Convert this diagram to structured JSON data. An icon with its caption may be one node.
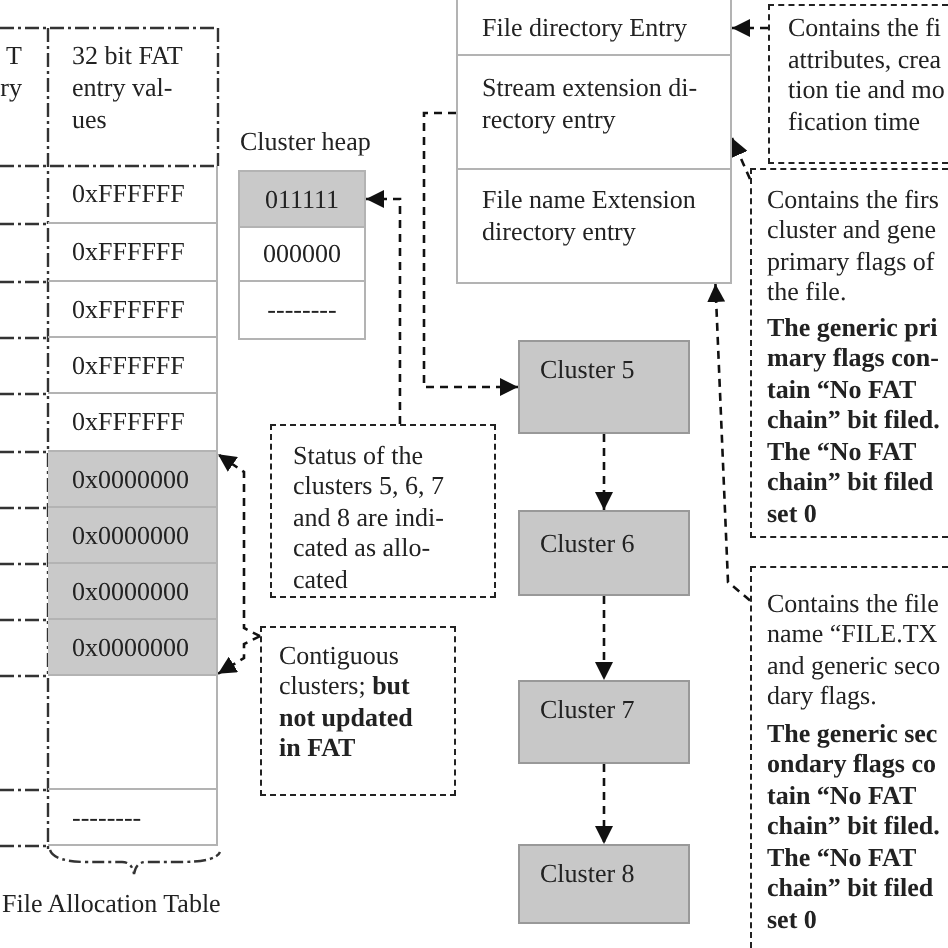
{
  "diagram": {
    "nodes": [
      {
        "text": [
          "T ry"
        ]
      },
      {
        "text": [
          "32 bit FAT entry val- ues"
        ]
      },
      {
        "text": [
          "0xFFFFFF"
        ]
      },
      {
        "text": [
          "0xFFFFFF"
        ]
      },
      {
        "text": [
          "0xFFFFFF"
        ]
      },
      {
        "text": [
          "0xFFFFFF"
        ]
      },
      {
        "text": [
          "0xFFFFFF"
        ]
      },
      {
        "text": [
          "0x0000000"
        ]
      },
      {
        "text": [
          "0x0000000"
        ]
      },
      {
        "text": [
          "0x0000000"
        ]
      },
      {
        "text": [
          "0x0000000"
        ]
      },
      {
        "text": [],
        "shape": "box"
      },
      {
        "text": [
          "--------"
        ]
      },
      {
        "text": [
          "File directory Entry"
        ]
      },
      {
        "text": [
          "Stream extension di- rectory entry"
        ]
      },
      {
        "text": [
          "File name Extension directory entry"
        ]
      },
      {
        "text": [
          "Contains the fi attributes, crea tion tie and mo fication time"
        ]
      },
      {
        "text": [
          "011111"
        ]
      },
      {
        "text": [
          "000000"
        ]
      },
      {
        "text": [
          "--------"
        ]
      },
      {
        "text": [
          "Contains the firs cluster and gene primary flags of the file.",
          "The generic pri mary flags con- tain “No FAT chain” bit filed. The “No FAT chain” bit filed set 0"
        ]
      },
      {
        "text": [
          "Cluster 5"
        ]
      },
      {
        "text": [
          "Status of the clusters 5, 6, 7 and 8 are indi- cated as allo- cated"
        ]
      },
      {
        "text": [
          "Cluster 6"
        ]
      },
      {
        "text": [
          "Contains the file name “FILE.TX and generic seco dary flags.",
          "The generic sec ondary flags co tain “No FAT chain” bit filed. The “No FAT chain” bit filed set 0"
        ]
      },
      {
        "text": [
          "Contiguous clusters; **but not updated in FAT**"
        ]
      },
      {
        "text": [
          "Cluster 7"
        ]
      },
      {
        "text": [
          "Cluster 8"
        ]
      }
    ],
    "edges": [
      {
        "from": 16,
        "to": 13,
        "arrow": "to"
      },
      {
        "from": 20,
        "to": 14,
        "arrow": "to"
      },
      {
        "from": 24,
        "to": 15,
        "arrow": "to"
      },
      {
        "from": 14,
        "to": 21,
        "arrow": "to"
      },
      {
        "from": 22,
        "to": 17,
        "arrow": "to"
      },
      {
        "from": 21,
        "to": 23,
        "arrow": "to"
      },
      {
        "from": 23,
        "to": 26,
        "arrow": "to"
      },
      {
        "from": 26,
        "to": 27,
        "arrow": "to"
      },
      {
        "from": 25,
        "to": 7,
        "arrow": "to"
      },
      {
        "from": 25,
        "to": 10,
        "arrow": "to"
      }
    ],
    "labels": [
      "Cluster heap",
      "File Allocation Table"
    ]
  }
}
